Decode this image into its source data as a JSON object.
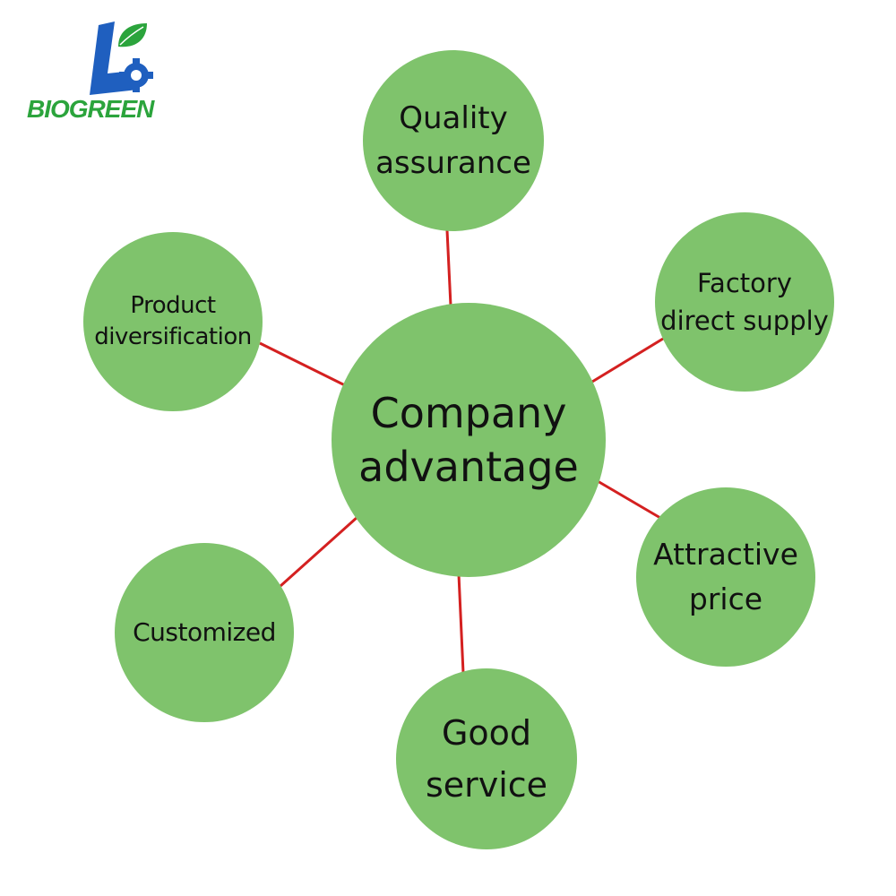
{
  "logo": {
    "text": "BIOGREEN",
    "icon": "leaf-letter-b-gear-logo"
  },
  "colors": {
    "node_fill": "#7fc36c",
    "connector": "#d42020",
    "text": "#111111",
    "logo_blue": "#1f5fbf",
    "logo_green": "#2ba43c"
  },
  "center": {
    "label": "Company\nadvantage"
  },
  "nodes": [
    {
      "id": "quality",
      "label": "Quality\nassurance"
    },
    {
      "id": "factory",
      "label": "Factory\ndirect supply"
    },
    {
      "id": "price",
      "label": "Attractive\nprice"
    },
    {
      "id": "service",
      "label": "Good\nservice"
    },
    {
      "id": "custom",
      "label": "Customized"
    },
    {
      "id": "product",
      "label": "Product\ndiversification"
    }
  ]
}
